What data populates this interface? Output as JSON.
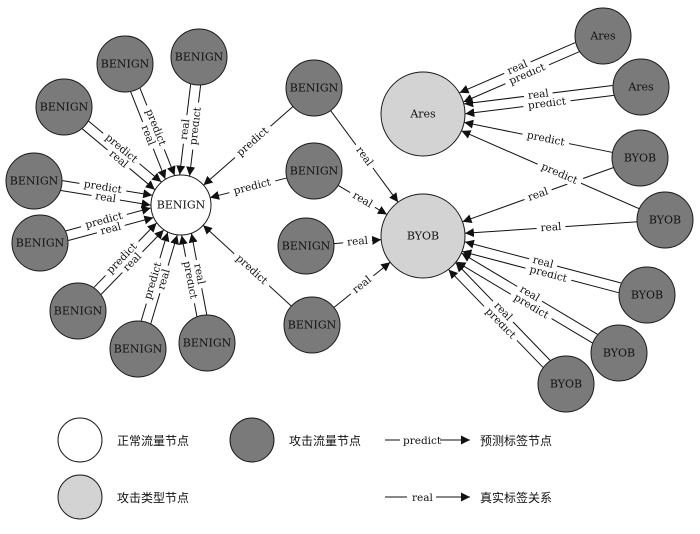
{
  "colors": {
    "attack": "#7a7a7a",
    "type": "#d3d3d3",
    "normal": "#ffffff",
    "stroke": "#1a1a1a"
  },
  "hubs": [
    {
      "id": "H_BENIGN",
      "label": "BENIGN",
      "kind": "normal"
    },
    {
      "id": "H_ARES",
      "label": "Ares",
      "kind": "type"
    },
    {
      "id": "H_BYOB",
      "label": "BYOB",
      "kind": "type"
    }
  ],
  "nodes": [
    {
      "id": "b1",
      "label": "BENIGN"
    },
    {
      "id": "b2",
      "label": "BENIGN"
    },
    {
      "id": "b3",
      "label": "BENIGN"
    },
    {
      "id": "b4",
      "label": "BENIGN"
    },
    {
      "id": "b5",
      "label": "BENIGN"
    },
    {
      "id": "b6",
      "label": "BENIGN"
    },
    {
      "id": "b7",
      "label": "BENIGN"
    },
    {
      "id": "b8",
      "label": "BENIGN"
    },
    {
      "id": "m1",
      "label": "BENIGN"
    },
    {
      "id": "m2",
      "label": "BENIGN"
    },
    {
      "id": "m3",
      "label": "BENIGN"
    },
    {
      "id": "m4",
      "label": "BENIGN"
    },
    {
      "id": "a1",
      "label": "Ares"
    },
    {
      "id": "a2",
      "label": "Ares"
    },
    {
      "id": "y1",
      "label": "BYOB"
    },
    {
      "id": "y2",
      "label": "BYOB"
    },
    {
      "id": "y3",
      "label": "BYOB"
    },
    {
      "id": "y4",
      "label": "BYOB"
    },
    {
      "id": "y5",
      "label": "BYOB"
    }
  ],
  "edges": [
    {
      "from": "b1",
      "to": "H_BENIGN",
      "pred": "predict",
      "real": "real"
    },
    {
      "from": "b2",
      "to": "H_BENIGN",
      "pred": "predict",
      "real": "real"
    },
    {
      "from": "b3",
      "to": "H_BENIGN",
      "pred": "predict",
      "real": "real"
    },
    {
      "from": "b4",
      "to": "H_BENIGN",
      "pred": "predict",
      "real": "real"
    },
    {
      "from": "b5",
      "to": "H_BENIGN",
      "pred": "predict",
      "real": "real"
    },
    {
      "from": "b6",
      "to": "H_BENIGN",
      "pred": "predict",
      "real": "real"
    },
    {
      "from": "b7",
      "to": "H_BENIGN",
      "pred": "predict",
      "real": "real"
    },
    {
      "from": "b8",
      "to": "H_BENIGN",
      "pred": "predict",
      "real": "real"
    },
    {
      "from": "m1",
      "to": "H_BENIGN",
      "pred": "predict",
      "real_to": "H_BYOB",
      "real": "real"
    },
    {
      "from": "m2",
      "to": "H_BENIGN",
      "pred": "predict",
      "real_to": "H_BYOB",
      "real": "real"
    },
    {
      "from": "m3",
      "real_to": "H_BYOB",
      "real": "real"
    },
    {
      "from": "m4",
      "to": "H_BENIGN",
      "pred": "predict",
      "real_to": "H_BYOB",
      "real": "real"
    },
    {
      "from": "a1",
      "to": "H_ARES",
      "pred": "predict",
      "real": "real"
    },
    {
      "from": "a2",
      "to": "H_ARES",
      "pred": "predict",
      "real": "real"
    },
    {
      "from": "y1",
      "to": "H_ARES",
      "pred": "predict",
      "real_to": "H_BYOB",
      "real": "real"
    },
    {
      "from": "y2",
      "to": "H_ARES",
      "pred": "predict",
      "real_to": "H_BYOB",
      "real": "real"
    },
    {
      "from": "y3",
      "to": "H_BYOB",
      "pred": "predict",
      "real": "real"
    },
    {
      "from": "y4",
      "to": "H_BYOB",
      "pred": "predict",
      "real": "real"
    },
    {
      "from": "y5",
      "to": "H_BYOB",
      "pred": "predict",
      "real": "real"
    }
  ],
  "legend": {
    "normal_node": "正常流量节点",
    "attack_node": "攻击流量节点",
    "type_node": "攻击类型节点",
    "predict_word": "predict",
    "predict_desc": "预测标签节点",
    "real_word": "real",
    "real_desc": "真实标签关系"
  }
}
